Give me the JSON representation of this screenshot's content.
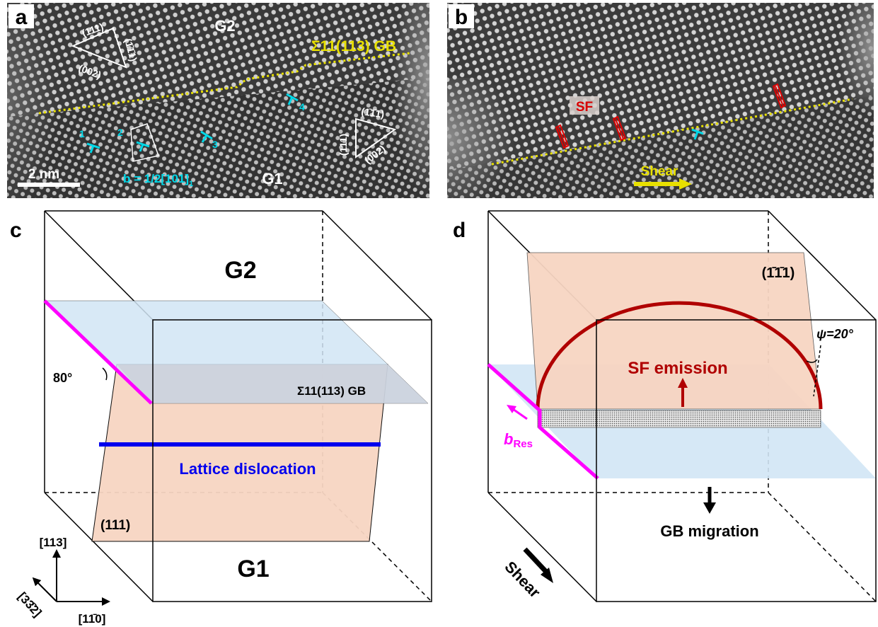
{
  "panel_a": {
    "letter": "a",
    "grain_top": "G2",
    "grain_bottom": "G1",
    "gb_label": "Σ11(113) GB",
    "plane_111": "(111)",
    "plane_1b1b1": "(1̄1̄1)",
    "plane_002": "(002)",
    "plane_1b1b1_right": "(1̄1̄1)",
    "plane_111_right": "(111)",
    "plane_002_right": "(002)",
    "disl_1": "1",
    "disl_2": "2",
    "disl_3": "3",
    "disl_4": "4",
    "burgers": "b = 1/2[101]",
    "burgers_sub": "1",
    "scale": "2 nm"
  },
  "panel_b": {
    "letter": "b",
    "sf_label": "SF",
    "shear_label": "Shear"
  },
  "panel_c": {
    "letter": "c",
    "grain_top": "G2",
    "grain_bottom": "G1",
    "angle": "80°",
    "gb_label": "Σ11(113) GB",
    "dislocation": "Lattice dislocation",
    "plane": "(111)",
    "axis_up": "[113]",
    "axis_diag": "[33̄2]",
    "axis_right": "[11̄0]"
  },
  "panel_d": {
    "letter": "d",
    "plane": "(1̄1̄1)",
    "psi": "ψ=20°",
    "sf_emission": "SF emission",
    "b_res": "b",
    "b_res_sub": "Res",
    "gb_migration": "GB migration",
    "shear": "Shear"
  },
  "colors": {
    "gb_yellow": "#e8e000",
    "cyan": "#00d8e8",
    "red": "#b00000",
    "magenta": "#ff00ff",
    "blue": "#0000ee",
    "plane_orange": "#f7d5c2",
    "plane_blue": "#d2e6f5"
  }
}
